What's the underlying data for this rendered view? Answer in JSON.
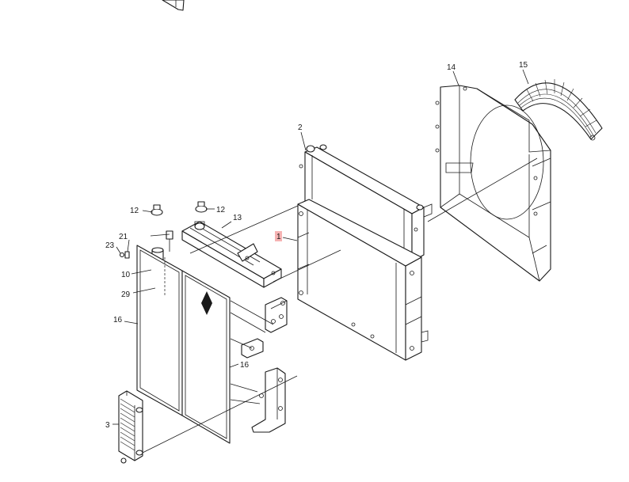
{
  "callouts": {
    "c1": "1",
    "c2": "2",
    "c3": "3",
    "c10": "10",
    "c12a": "12",
    "c12b": "12",
    "c13": "13",
    "c14": "14",
    "c15": "15",
    "c16a": "16",
    "c16b": "16",
    "c21": "21",
    "c23": "23",
    "c29": "29"
  },
  "highlight_color": "#f6b3b3",
  "line_color": "#1a1a1a"
}
